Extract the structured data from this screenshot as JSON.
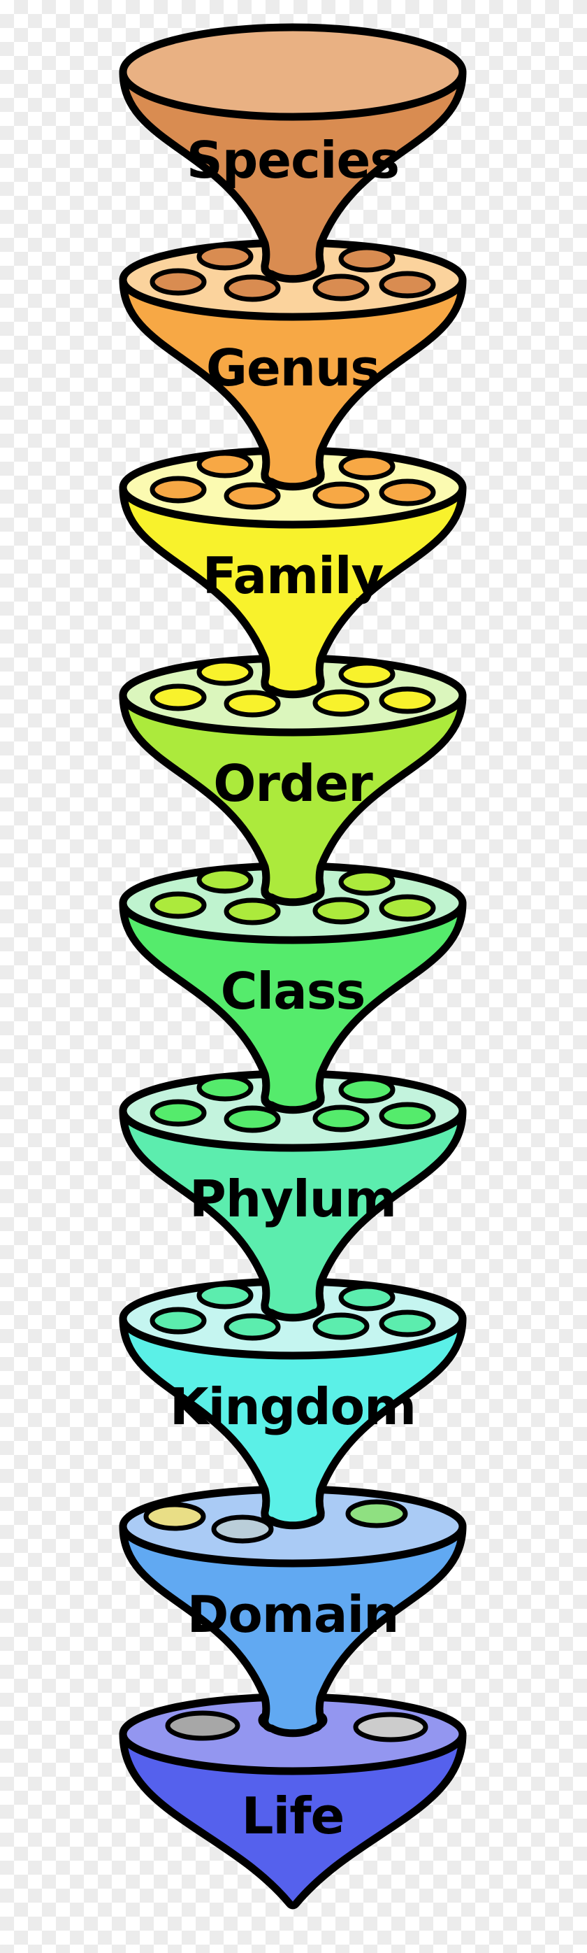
{
  "diagram": {
    "name": "taxonomic-rank-funnel-hierarchy",
    "outline_color": "#000000",
    "label_color": "#000000",
    "background": {
      "checker_light": "#ffffff",
      "checker_dark": "#ececec"
    },
    "levels": [
      {
        "label": "Species",
        "body_color": "#D98C51",
        "top_color": "#E9B183",
        "peripheral_hole_colors": [],
        "center_hole_color": null
      },
      {
        "label": "Genus",
        "body_color": "#F7A845",
        "top_color": "#FBD39D",
        "peripheral_hole_colors": [
          "#D98C51",
          "#D98C51",
          "#D98C51",
          "#D98C51",
          "#D98C51",
          "#D98C51"
        ],
        "center_hole_color": "#D98C51"
      },
      {
        "label": "Family",
        "body_color": "#F8F22C",
        "top_color": "#FBFAB1",
        "peripheral_hole_colors": [
          "#F7A845",
          "#F7A845",
          "#F7A845",
          "#F7A845",
          "#F7A845",
          "#F7A845"
        ],
        "center_hole_color": "#F7A845"
      },
      {
        "label": "Order",
        "body_color": "#ACEA3C",
        "top_color": "#DBF6BD",
        "peripheral_hole_colors": [
          "#F8F22C",
          "#F8F22C",
          "#F8F22C",
          "#F8F22C",
          "#F8F22C",
          "#F8F22C"
        ],
        "center_hole_color": "#F8F22C"
      },
      {
        "label": "Class",
        "body_color": "#55EB6C",
        "top_color": "#BFF3CF",
        "peripheral_hole_colors": [
          "#ACEA3C",
          "#ACEA3C",
          "#ACEA3C",
          "#ACEA3C",
          "#ACEA3C",
          "#ACEA3C"
        ],
        "center_hole_color": "#ACEA3C"
      },
      {
        "label": "Phylum",
        "body_color": "#5CEDAE",
        "top_color": "#C3F3DD",
        "peripheral_hole_colors": [
          "#55EB6C",
          "#55EB6C",
          "#55EB6C",
          "#55EB6C",
          "#55EB6C",
          "#55EB6C"
        ],
        "center_hole_color": "#55EB6C"
      },
      {
        "label": "Kingdom",
        "body_color": "#5BF0E7",
        "top_color": "#C5F5F0",
        "peripheral_hole_colors": [
          "#5CEDAE",
          "#5CEDAE",
          "#5CEDAE",
          "#5CEDAE",
          "#5CEDAE",
          "#5CEDAE"
        ],
        "center_hole_color": "#5CEDAE"
      },
      {
        "label": "Domain",
        "body_color": "#61A9F2",
        "top_color": "#AACBF5",
        "peripheral_hole_colors": [
          "#E9DE86",
          "#BACED9",
          "#8FE081"
        ],
        "center_hole_color": "#5BF0E7"
      },
      {
        "label": "Life",
        "body_color": "#5561ED",
        "top_color": "#9396F0",
        "peripheral_hole_colors": [
          "#A7A7A7",
          "#CCCCCC"
        ],
        "center_hole_color": "#54BCF5"
      }
    ]
  }
}
